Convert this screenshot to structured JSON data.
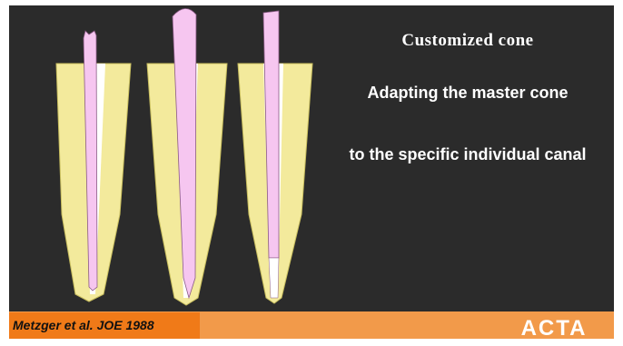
{
  "slide": {
    "title": "Customized cone",
    "line1": "Adapting the master cone",
    "line2": "to the specific individual canal",
    "citation": "Metzger et al.  JOE 1988",
    "logo_text": "ACTA"
  },
  "colors": {
    "background": "#2b2b2b",
    "tooth": "#f3ea9c",
    "canal": "#ffffff",
    "cone": "#f6c6f0",
    "cone_tip": "#ffffff",
    "footer_bar": "#f29a4a",
    "citation_box": "#f07a18"
  },
  "figure": {
    "panels": [
      "tooth-left",
      "tooth-middle",
      "tooth-right"
    ]
  }
}
